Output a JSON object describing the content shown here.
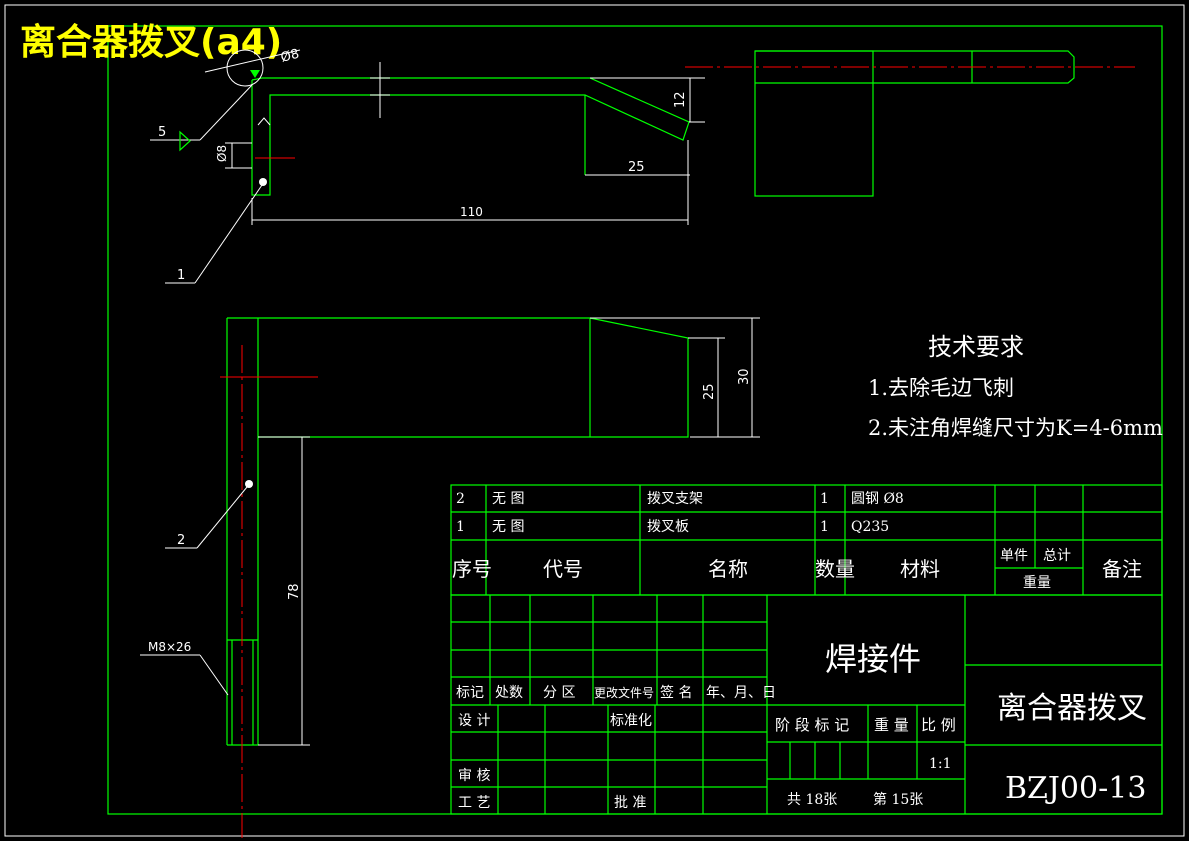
{
  "title": "离合器拨叉(a4)",
  "dims": {
    "d8_top": "Ø8",
    "d8_side": "Ø8",
    "h12": "12",
    "l25": "25",
    "l110": "110",
    "h25": "25",
    "h30": "30",
    "l78": "78",
    "thread": "M8×26"
  },
  "balloons": {
    "b5": "5",
    "b1": "1",
    "b2": "2"
  },
  "tech": {
    "heading": "技术要求",
    "line1": "1.去除毛边飞刺",
    "line2": "2.未注角焊缝尺寸为K=4-6mm"
  },
  "bom": {
    "rows": [
      {
        "no": "2",
        "code": "无 图",
        "name": "拨叉支架",
        "qty": "1",
        "material": "圆钢 Ø8"
      },
      {
        "no": "1",
        "code": "无 图",
        "name": "拨叉板",
        "qty": "1",
        "material": "Q235"
      }
    ],
    "headers": {
      "no": "序号",
      "code": "代号",
      "name": "名称",
      "qty": "数量",
      "material": "材料",
      "unit": "单件",
      "total": "总计",
      "weight": "重量",
      "remark": "备注"
    }
  },
  "titleblock": {
    "mark": "标记",
    "count": "处数",
    "zone": "分 区",
    "doc": "更改文件号",
    "sign": "签 名",
    "date": "年、月、日",
    "design": "设 计",
    "std": "标准化",
    "check": "审 核",
    "process": "工 艺",
    "approve": "批 准",
    "stage": "阶 段 标 记",
    "weight": "重 量",
    "scale": "比 例",
    "scale_val": "1:1",
    "sheets_total": "共 18张",
    "sheet_no": "第 15张",
    "part_type": "焊接件",
    "part_name": "离合器拨叉",
    "drawing_no": "BZJ00-13"
  }
}
